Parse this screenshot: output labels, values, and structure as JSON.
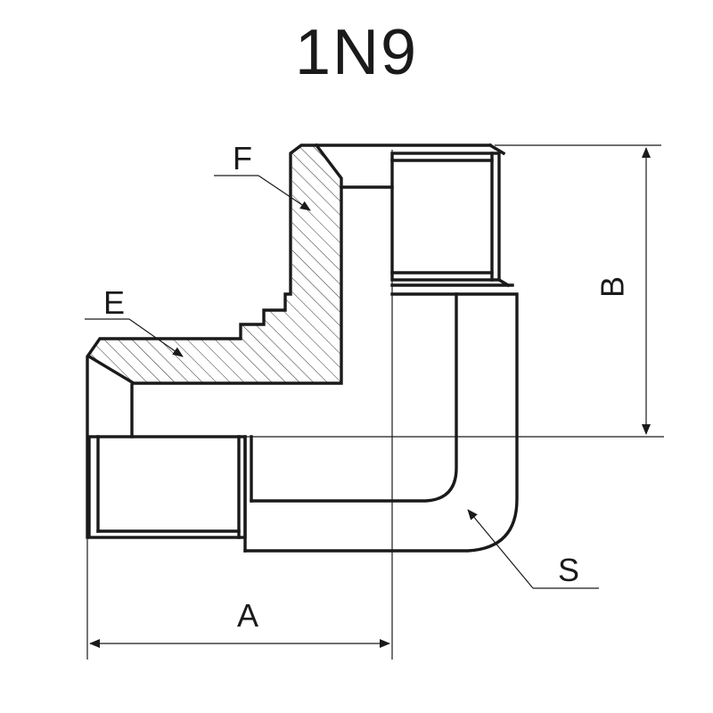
{
  "title": "1N9",
  "labels": {
    "F": "F",
    "E": "E",
    "B": "B",
    "S": "S",
    "A": "A"
  },
  "colors": {
    "line": "#1a1a1a",
    "background": "#ffffff"
  }
}
